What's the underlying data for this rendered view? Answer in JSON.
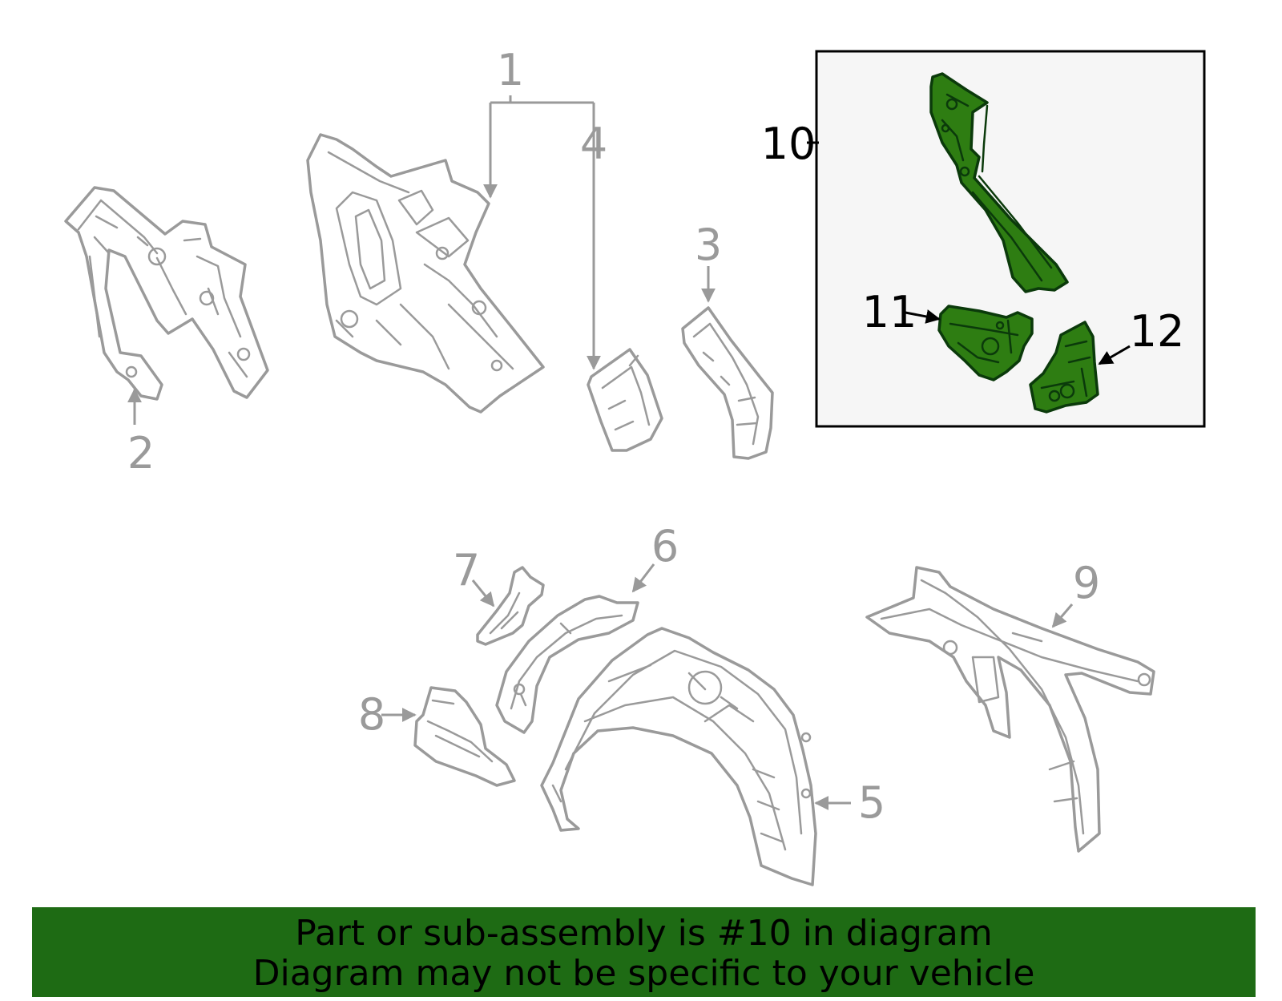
{
  "callouts": {
    "c1": "1",
    "c2": "2",
    "c3": "3",
    "c4": "4",
    "c5": "5",
    "c6": "6",
    "c7": "7",
    "c8": "8",
    "c9": "9",
    "c10": "10",
    "c11": "11",
    "c12": "12"
  },
  "banner": {
    "line1": "Part or sub-assembly is #10 in diagram",
    "line2": "Diagram may not be specific to your vehicle"
  },
  "colors": {
    "highlight_fill": "#2e7d12",
    "banner_bg": "#1e6b14",
    "inset_bg": "#f6f6f6",
    "part_stroke": "#9a9a9a"
  }
}
